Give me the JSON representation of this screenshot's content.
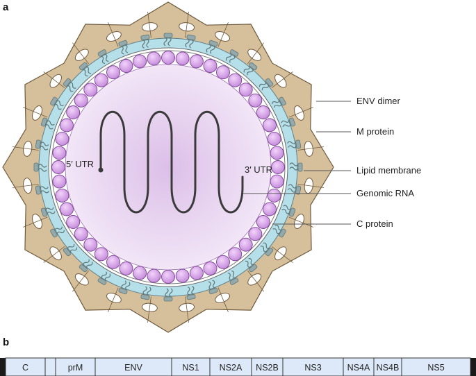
{
  "panels": {
    "a": "a",
    "b": "b"
  },
  "virion": {
    "utr5": "5′ UTR",
    "utr3": "3′ UTR",
    "callouts": [
      {
        "id": "env-dimer",
        "text": "ENV dimer"
      },
      {
        "id": "m-protein",
        "text": "M protein"
      },
      {
        "id": "lipid-membrane",
        "text": "Lipid membrane"
      },
      {
        "id": "genomic-rna",
        "text": "Genomic RNA"
      },
      {
        "id": "c-protein",
        "text": "C protein"
      }
    ]
  },
  "genome": {
    "segments": [
      "C",
      "",
      "prM",
      "ENV",
      "NS1",
      "NS2A",
      "NS2B",
      "NS3",
      "NS4A",
      "NS4B",
      "NS5"
    ]
  },
  "colors": {
    "env": "#d6c09c",
    "env_stroke": "#6f5a3e",
    "lipid": "#b5dfe9",
    "m_protein": "#93a9ab",
    "capsid": "#d7a3e6",
    "capsid_stroke": "#7b3f94",
    "core": "#e8d3f0",
    "rna": "#3a3a3a",
    "genome_fill": "#dde9f8"
  }
}
